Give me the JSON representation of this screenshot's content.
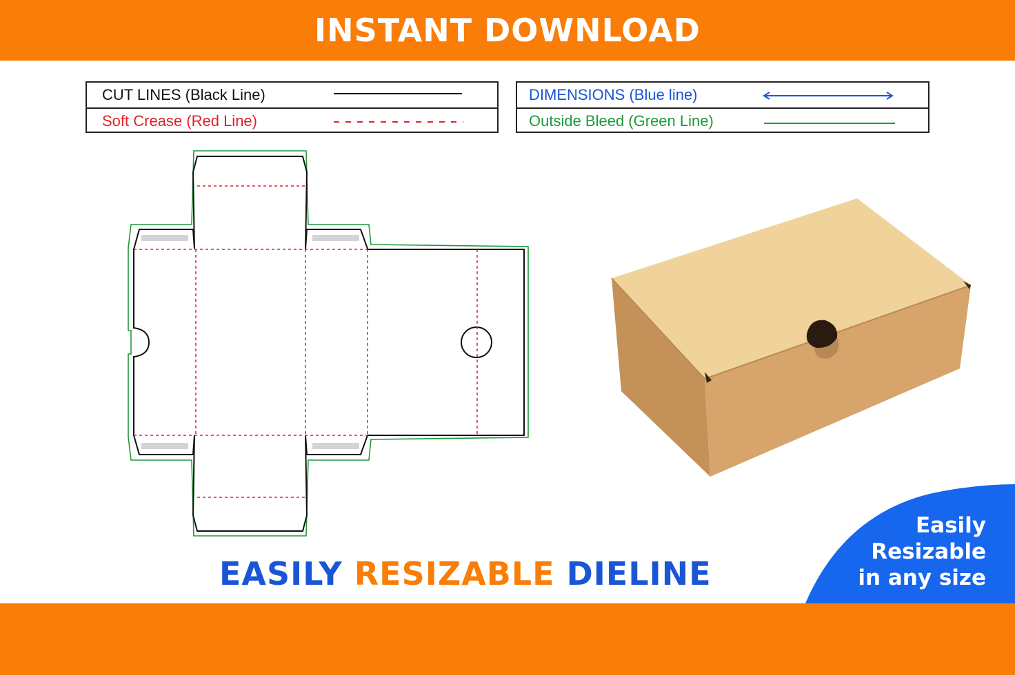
{
  "header": {
    "title": "INSTANT DOWNLOAD"
  },
  "legend": {
    "cut_lines": "CUT LINES (Black Line)",
    "soft_crease": "Soft Crease (Red Line)",
    "dimensions": "DIMENSIONS (Blue line)",
    "outside_bleed": "Outside Bleed (Green Line)"
  },
  "bottom_title": {
    "word1": "EASILY",
    "word2": "RESIZABLE",
    "word3": "DIELINE"
  },
  "badge": {
    "line1": "Easily",
    "line2": "Resizable",
    "line3": "in any size"
  },
  "colors": {
    "banner": "#f97d06",
    "cut": "#111111",
    "crease": "#e0202a",
    "dimension": "#1a55d6",
    "bleed": "#1f9a3a",
    "badge": "#1766ee",
    "kraft_top": "#f0d39a",
    "kraft_front": "#d7a46b",
    "kraft_side": "#c49258"
  }
}
